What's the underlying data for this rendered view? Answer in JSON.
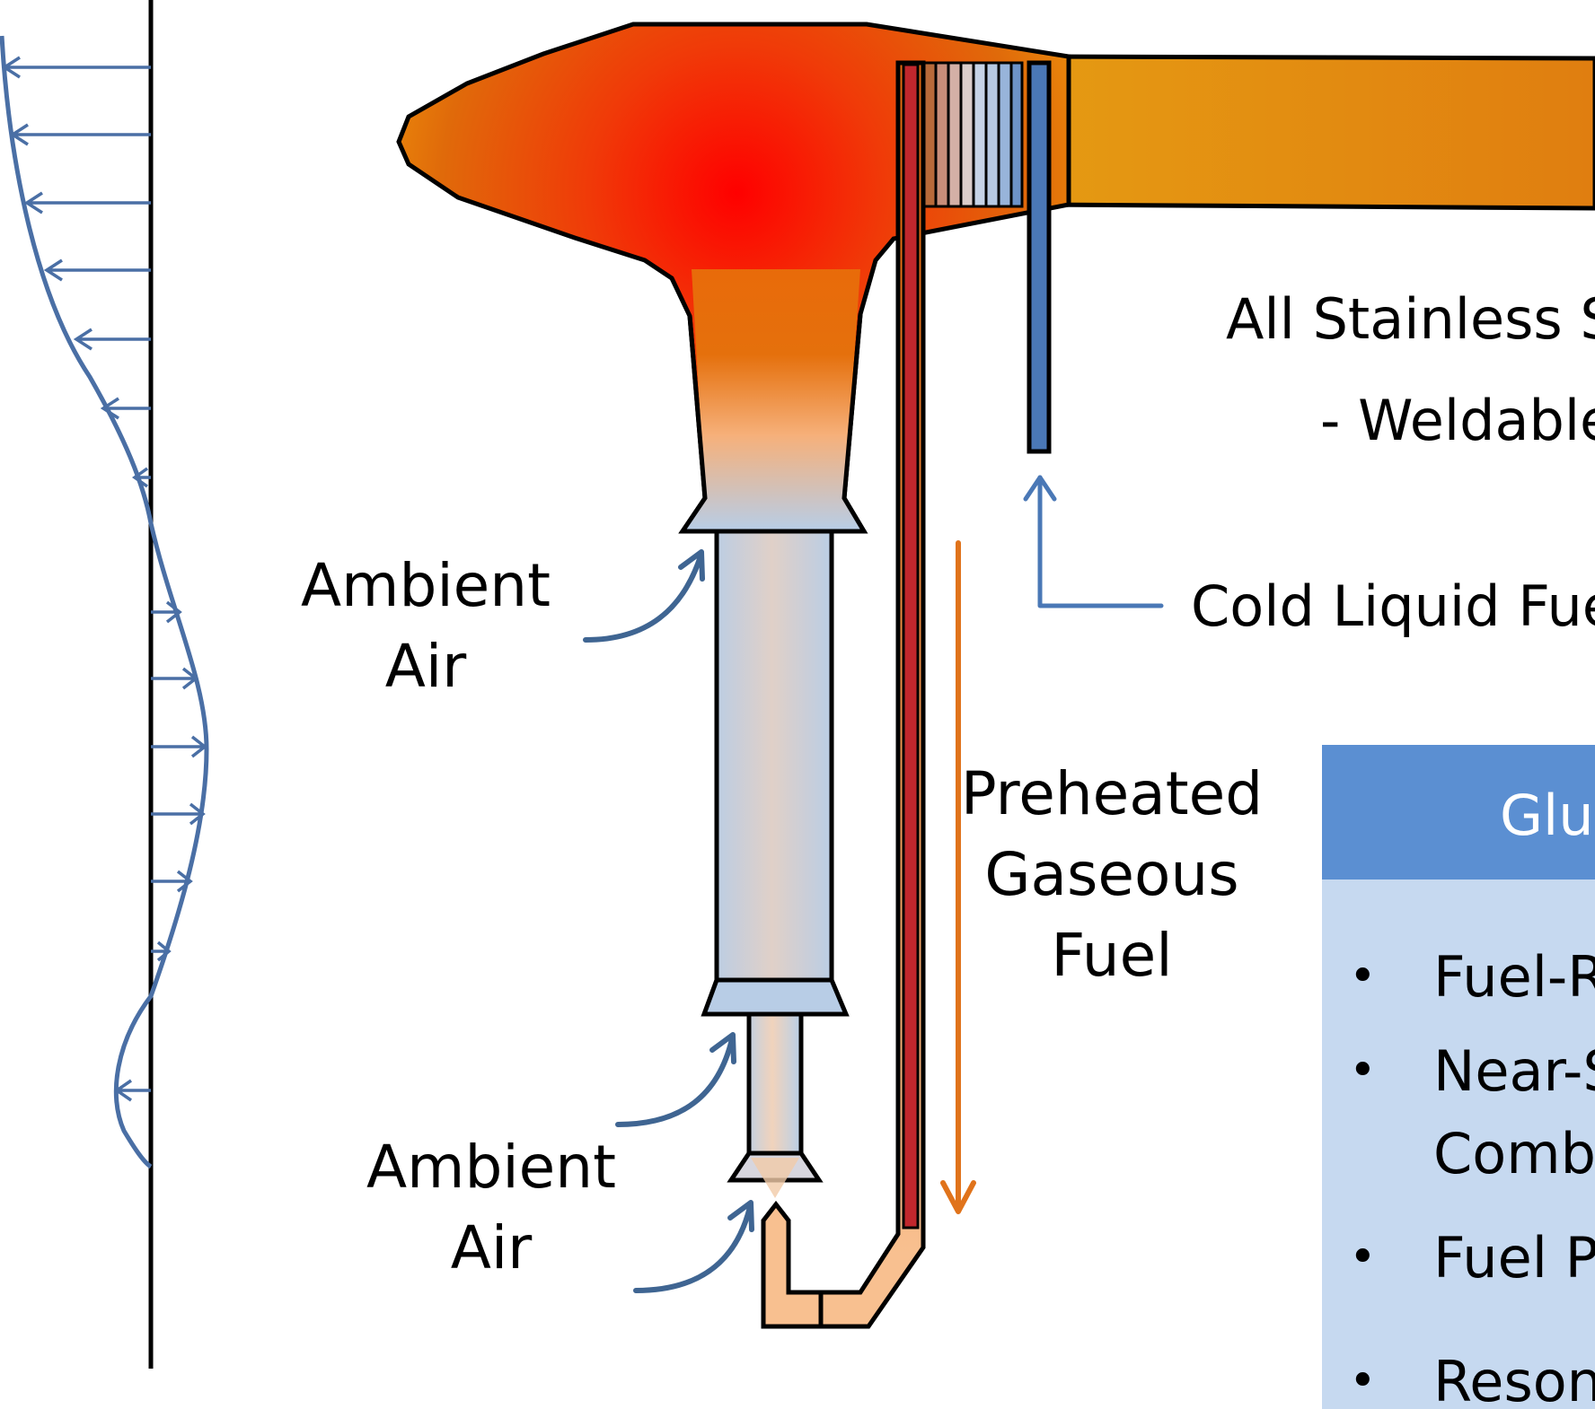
{
  "labels": {
    "ambient_air_upper_line1": "Ambient",
    "ambient_air_upper_line2": "Air",
    "ambient_air_lower_line1": "Ambient",
    "ambient_air_lower_line2": "Air",
    "preheated_line1": "Preheated",
    "preheated_line2": "Gaseous",
    "preheated_line3": "Fuel",
    "stainless_line1": "All Stainless S",
    "stainless_line2": "- Weldable",
    "cold_liquid_fuel": "Cold Liquid Fue"
  },
  "panel": {
    "header": "Glu",
    "bullet_symbol": "•",
    "bullets": [
      "Fuel-R",
      "Near-S",
      "Comb",
      "Fuel P",
      "Reson"
    ]
  },
  "colors": {
    "hot_core": "#ff0000",
    "flame_orange": "#e06a0a",
    "tailpipe_orange": "#e59a12",
    "hot_fuel_line": "#c1272d",
    "cold_fuel_line": "#4a78b6",
    "pressure_wave": "#4a6fa5",
    "flow_arrow": "#3f6592",
    "fuel_flow_arrow": "#e0731b",
    "intake_blue": "#b8cde6",
    "panel_header": "#5b8fd2",
    "panel_body": "#c6d9f0"
  }
}
